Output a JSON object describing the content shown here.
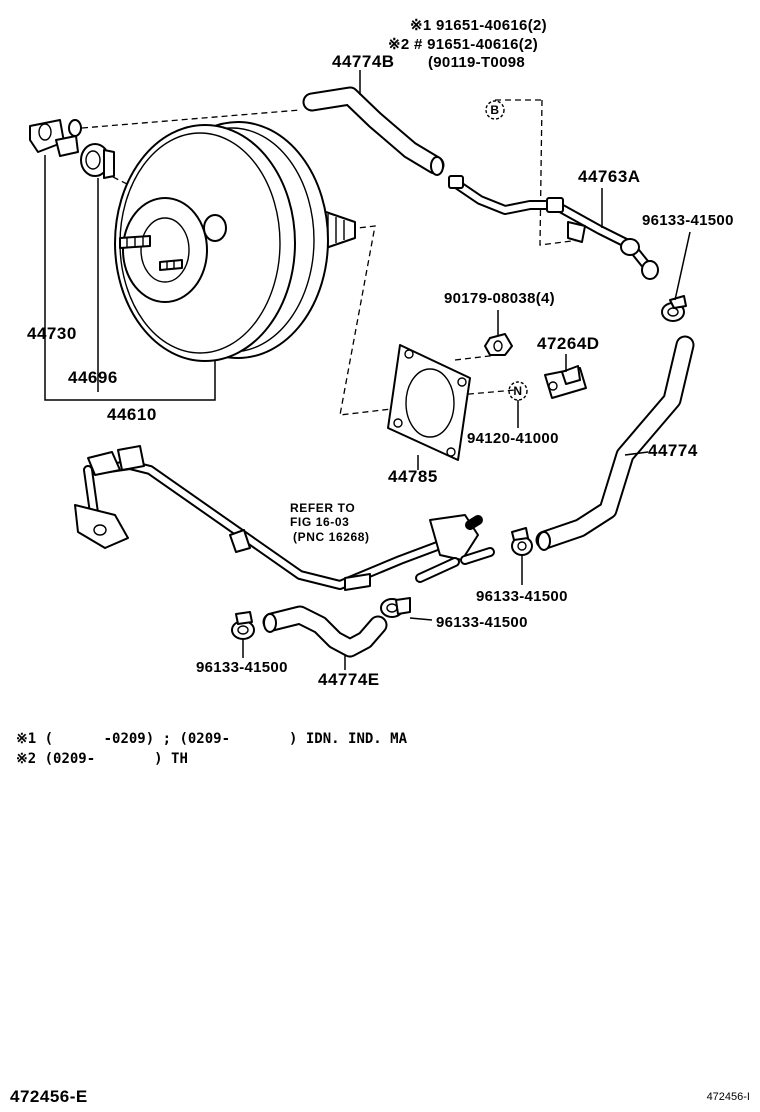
{
  "notes": {
    "n1_line1": "※1 91651-40616(2)",
    "n2_line1": "※2 # 91651-40616(2)",
    "n_line3": "(90119-T0098"
  },
  "labels": {
    "p44774B": "44774B",
    "circleB": "B",
    "p44763A": "44763A",
    "p96133_top": "96133-41500",
    "p90179": "90179-08038(4)",
    "p47264D": "47264D",
    "circleN": "N",
    "p94120": "94120-41000",
    "p44730": "44730",
    "p44696": "44696",
    "p44610": "44610",
    "p44785": "44785",
    "p44774": "44774",
    "refer1": "REFER TO",
    "refer2": "FIG 16-03",
    "refer3": "(PNC 16268)",
    "p96133_mid": "96133-41500",
    "p96133_low": "96133-41500",
    "p96133_left": "96133-41500",
    "p44774E": "44774E"
  },
  "footnotes": {
    "f1": "※1 (      -0209) ; (0209-       ) IDN. IND. MA",
    "f2": "※2 (0209-       ) TH"
  },
  "footer": {
    "code_left": "472456-E",
    "code_right": "472456-I"
  }
}
